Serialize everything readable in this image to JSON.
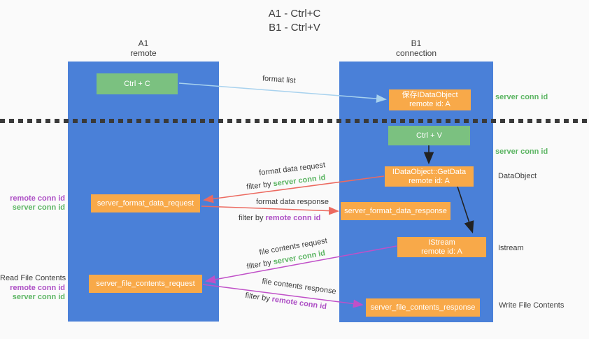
{
  "title": {
    "line1": "A1 - Ctrl+C",
    "line2": "B1 - Ctrl+V"
  },
  "lifelines": {
    "left": {
      "name": "A1",
      "role": "remote"
    },
    "right": {
      "name": "B1",
      "role": "connection"
    }
  },
  "nodes": {
    "ctrl_c": {
      "label": "Ctrl + C"
    },
    "save_dataobject": {
      "line1": "保存IDataObject",
      "line2": "remote id: A"
    },
    "ctrl_v": {
      "label": "Ctrl + V"
    },
    "getdata": {
      "line1": "IDataObject::GetData",
      "line2": "remote id: A"
    },
    "server_format_data_request": {
      "label": "server_format_data_request"
    },
    "server_format_data_response": {
      "label": "server_format_data_response"
    },
    "istream": {
      "line1": "IStream",
      "line2": "remote id: A"
    },
    "server_file_contents_request": {
      "label": "server_file_contents_request"
    },
    "server_file_contents_response": {
      "label": "server_file_contents_response"
    }
  },
  "arrow_labels": {
    "format_list": "format list",
    "format_data_request": "format data request",
    "format_data_response": "format data response",
    "file_contents_request": "file contents request",
    "file_contents_response": "file contents response",
    "filter_by": "filter by",
    "server_conn_id": "server conn id",
    "remote_conn_id": "remote conn id"
  },
  "side_labels": {
    "server_conn_id_top": "server conn id",
    "server_conn_id_mid": "server conn id",
    "dataobject": "DataObject",
    "istream": "Istream",
    "read_file_contents": "Read File Contents",
    "write_file_contents": "Write File Contents",
    "remote_conn_id": "remote conn id",
    "server_conn_id": "server conn id"
  },
  "colors": {
    "column_blue": "#4a80d8",
    "box_green": "#7bc180",
    "box_orange": "#f8a949",
    "text_green": "#5cb563",
    "text_purple": "#ad4fc5",
    "arrow_salmon": "#ec6a60",
    "arrow_magenta": "#c050c8",
    "arrow_lightblue": "#a8d2ee",
    "arrow_black": "#222222"
  }
}
